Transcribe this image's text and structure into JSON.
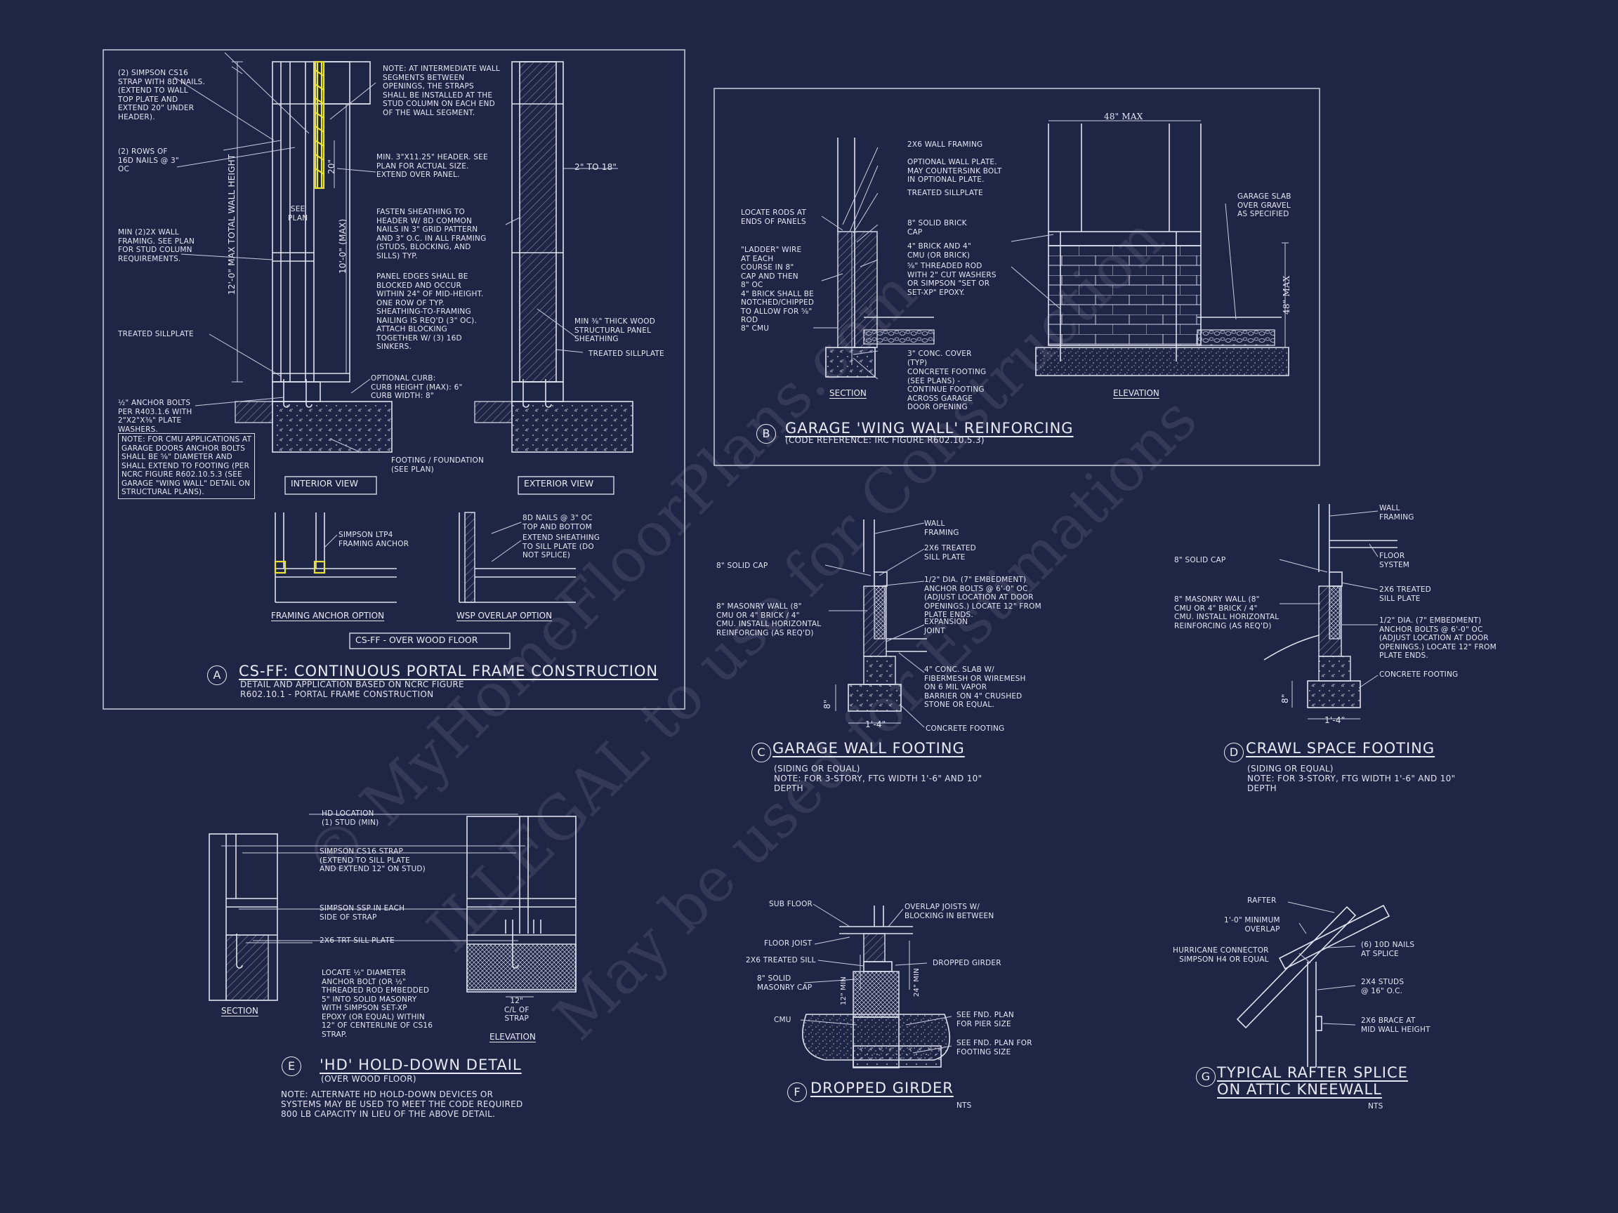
{
  "watermark": {
    "line1": "© MyHomeFloorPlans.com",
    "line2": "ILLEGAL to use for Construction",
    "line3": "May be used for Estimations"
  },
  "detail_a": {
    "letter": "A",
    "title": "CS-FF: CONTINUOUS PORTAL FRAME CONSTRUCTION",
    "subtitle": "DETAIL AND APPLICATION BASED ON NCRC FIGURE\nR602.10.1 - PORTAL FRAME CONSTRUCTION",
    "note_straps": "(2) SIMPSON CS16\nSTRAP WITH 8d NAILS.\n(EXTEND TO WALL\nTOP PLATE AND\nEXTEND 20\" UNDER\nHEADER).",
    "note_rows": "(2) ROWS OF\n16d NAILS @ 3\"\nOC",
    "note_min": "MIN (2)2X WALL\nFRAMING. SEE PLAN\nFOR STUD COLUMN\nREQUIREMENTS.",
    "note_sillplate": "TREATED SILLPLATE",
    "note_anchor": "½\" ANCHOR BOLTS\nPER R403.1.6 WITH\n2\"x2\"x⅜\" PLATE\nWASHERS.",
    "note_cmu": "NOTE: FOR CMU APPLICATIONS AT\nGARAGE DOORS ANCHOR BOLTS\nSHALL BE ⅝\" DIAMETER AND\nSHALL EXTEND TO FOOTING (PER\nNCRC FIGURE R602.10.5.3 (SEE\nGARAGE \"WING WALL\" DETAIL ON\nSTRUCTURAL PLANS).",
    "note_intermediate": "NOTE: AT INTERMEDIATE WALL\nSEGMENTS BETWEEN\nOPENINGS, THE STRAPS\nSHALL BE INSTALLED AT THE\nSTUD COLUMN ON EACH END\nOF THE WALL SEGMENT.",
    "note_header": "MIN. 3\"x11.25\" HEADER. SEE\nPLAN FOR ACTUAL SIZE.\nEXTEND OVER PANEL.",
    "note_fasten": "FASTEN SHEATHING TO\nHEADER W/ 8d COMMON\nNAILS IN 3\" GRID PATTERN\nAND 3\" O.C. IN ALL FRAMING\n(STUDS, BLOCKING, AND\nSILLS) TYP.",
    "note_panel": "PANEL EDGES SHALL BE\nBLOCKED AND OCCUR\nWITHIN 24\" OF MID-HEIGHT.\nONE ROW OF TYP.\nSHEATHING-TO-FRAMING\nNAILING IS REQ'D (3\" OC).\nATTACH BLOCKING\nTOGETHER W/ (3) 16d\nSINKERS.",
    "note_curb": "OPTIONAL CURB:\nCURB HEIGHT (MAX): 6\"\nCURB WIDTH: 8\"",
    "note_footing": "FOOTING / FOUNDATION\n(SEE PLAN)",
    "note_2to18": "2\" TO 18\"",
    "note_wood": "MIN ⅜\" THICK WOOD\nSTRUCTURAL PANEL\nSHEATHING",
    "note_sill2": "TREATED SILLPLATE",
    "dim_total": "12'-0\" MAX TOTAL WALL HEIGHT",
    "dim_10": "10'-0\" (MAX)",
    "dim_20": "20\"",
    "see_plan": "SEE\nPLAN",
    "view_interior": "INTERIOR VIEW",
    "view_exterior": "EXTERIOR VIEW",
    "note_ltp4": "SIMPSON LTP4\nFRAMING ANCHOR",
    "note_8d": "8d NAILS @ 3\" OC\nTOP AND BOTTOM",
    "note_extend": "EXTEND SHEATHING\nTO SILL PLATE (DO\nNOT SPLICE)",
    "cap_framing": "FRAMING ANCHOR OPTION",
    "cap_wsp": "WSP OVERLAP OPTION",
    "box_csff": "CS-FF - OVER WOOD FLOOR"
  },
  "detail_b": {
    "letter": "B",
    "title": "GARAGE 'WING WALL' REINFORCING",
    "subtitle": "(CODE REFERENCE: IRC FIGURE R602.10.5.3)",
    "n_2x6": "2x6 WALL FRAMING",
    "n_optional": "OPTIONAL WALL PLATE.\nMAY COUNTERSINK BOLT\nIN OPTIONAL PLATE.",
    "n_treated": "TREATED SILLPLATE",
    "n_locate": "LOCATE RODS AT\nENDS OF PANELS",
    "n_solid": "8\" SOLID BRICK\nCAP",
    "n_ladder": "\"LADDER\" WIRE\nAT EACH\nCOURSE IN 8\"\nCAP AND THEN\n8\" OC\n4\" BRICK SHALL BE\nNOTCHED/CHIPPED\nTO ALLOW FOR ⅝\"\nROD",
    "n_brick4": "4\" BRICK AND 4\"\nCMU (OR BRICK)",
    "n_threaded": "⅝\" THREADED ROD\nWITH 2\" CUT WASHERS\nOR SIMPSON \"SET OR\nSET-XP\" EPOXY.",
    "n_cmu": "8\" CMU",
    "n_cover": "3\" CONC. COVER\n(TYP)",
    "n_footing": "CONCRETE FOOTING\n(SEE PLANS) -\nCONTINUE FOOTING\nACROSS GARAGE\nDOOR OPENING",
    "n_slab": "GARAGE SLAB\nOVER GRAVEL\nAS SPECIFIED",
    "dim_48": "48\" MAX",
    "dim_48v": "48\" MAX",
    "cap_section": "SECTION",
    "cap_elevation": "ELEVATION"
  },
  "detail_c": {
    "letter": "C",
    "title": "GARAGE WALL FOOTING",
    "subtitle": "(SIDING OR EQUAL)\nNOTE: FOR 3-STORY, FTG WIDTH 1'-6\" AND 10\"\nDEPTH",
    "n_wall": "WALL\nFRAMING",
    "n_2x6": "2x6 TREATED\nSILL PLATE",
    "n_cap": "8\" SOLID CAP",
    "n_anchor": "1/2\" DIA. (7\" EMBEDMENT)\nANCHOR BOLTS @ 6'-0\" OC\n(ADJUST LOCATION AT DOOR\nOPENINGS.) LOCATE 12\" FROM\nPLATE ENDS.",
    "n_expansion": "EXPANSION\nJOINT",
    "n_masonry": "8\" MASONRY WALL (8\"\nCMU OR 4\" BRICK / 4\"\nCMU. INSTALL HORIZONTAL\nREINFORCING (AS REQ'D)",
    "n_slab": "4\" CONC. SLAB w/\nFIBERMESH OR WIREMESH\nON 6 MIL VAPOR\nBARRIER ON 4\" CRUSHED\nSTONE OR EQUAL.",
    "n_footing": "CONCRETE FOOTING",
    "dim_8": "8\"",
    "dim_14": "1'-4\""
  },
  "detail_d": {
    "letter": "D",
    "title": "CRAWL SPACE FOOTING",
    "subtitle": "(SIDING OR EQUAL)\nNOTE: FOR 3-STORY, FTG WIDTH 1'-6\" AND 10\"\nDEPTH",
    "n_wall": "WALL\nFRAMING",
    "n_floor": "FLOOR\nSYSTEM",
    "n_cap": "8\" SOLID CAP",
    "n_2x6": "2x6 TREATED\nSILL PLATE",
    "n_masonry": "8\" MASONRY WALL (8\"\nCMU OR 4\" BRICK / 4\"\nCMU. INSTALL HORIZONTAL\nREINFORCING (AS REQ'D)",
    "n_anchor": "1/2\" DIA. (7\" EMBEDMENT)\nANCHOR BOLTS @ 6'-0\" OC\n(ADJUST LOCATION AT DOOR\nOPENINGS.) LOCATE 12\" FROM\nPLATE ENDS.",
    "n_footing": "CONCRETE FOOTING",
    "dim_8": "8\"",
    "dim_14": "1'-4\""
  },
  "detail_e": {
    "letter": "E",
    "title": "'HD' HOLD-DOWN DETAIL",
    "subtitle": "(OVER WOOD FLOOR)",
    "note": "NOTE: ALTERNATE HD HOLD-DOWN DEVICES OR\nSYSTEMS MAY BE USED TO MEET THE CODE REQUIRED\n800 LB CAPACITY IN LIEU OF THE ABOVE DETAIL.",
    "n_hd": "HD LOCATION\n(1) STUD (MIN)",
    "n_cs16": "SIMPSON CS16 STRAP\n(EXTEND TO SILL PLATE\nAND EXTEND 12\" ON STUD)",
    "n_ssp": "SIMPSON SSP IN EACH\nSIDE OF STRAP",
    "n_sill": "2x6 TRT SILL PLATE",
    "n_locate": "LOCATE ½\" DIAMETER\nANCHOR BOLT (OR ½\"\nTHREADED ROD EMBEDDED\n5\" INTO SOLID MASONRY\nWITH SIMPSON SET-XP\nEPOXY (OR EQUAL) WITHIN\n12\" OF CENTERLINE OF CS16\nSTRAP.",
    "dim_12": "12\"\nC/L OF\nSTRAP",
    "cap_section": "SECTION",
    "cap_elevation": "ELEVATION"
  },
  "detail_f": {
    "letter": "F",
    "title": "DROPPED GIRDER",
    "nts": "NTS",
    "n_sub": "SUB FLOOR",
    "n_floor": "FLOOR JOIST",
    "n_sill": "2x6 TREATED SILL",
    "n_cap": "8\" SOLID\nMASONRY CAP",
    "n_cmu": "CMU",
    "n_overlap": "OVERLAP JOISTS W/\nBLOCKING IN BETWEEN",
    "n_girder": "DROPPED GIRDER",
    "n_pier": "SEE FND. PLAN\nFOR PIER SIZE",
    "n_ftg": "SEE FND. PLAN FOR\nFOOTING SIZE",
    "dim_12": "12\" MIN",
    "dim_24": "24\" MIN"
  },
  "detail_g": {
    "letter": "G",
    "title1": "TYPICAL RAFTER SPLICE",
    "title2": "ON ATTIC KNEEWALL",
    "nts": "NTS",
    "n_rafter": "RAFTER",
    "n_overlap": "1'-0\" MINIMUM\nOVERLAP",
    "n_hurricane": "HURRICANE CONNECTOR\nSIMPSON H4 OR EQUAL",
    "n_nails": "(6) 10d NAILS\nAT SPLICE",
    "n_studs": "2x4 STUDS\n@ 16\" O.C.",
    "n_brace": "2x6 BRACE AT\nMID WALL HEIGHT"
  }
}
